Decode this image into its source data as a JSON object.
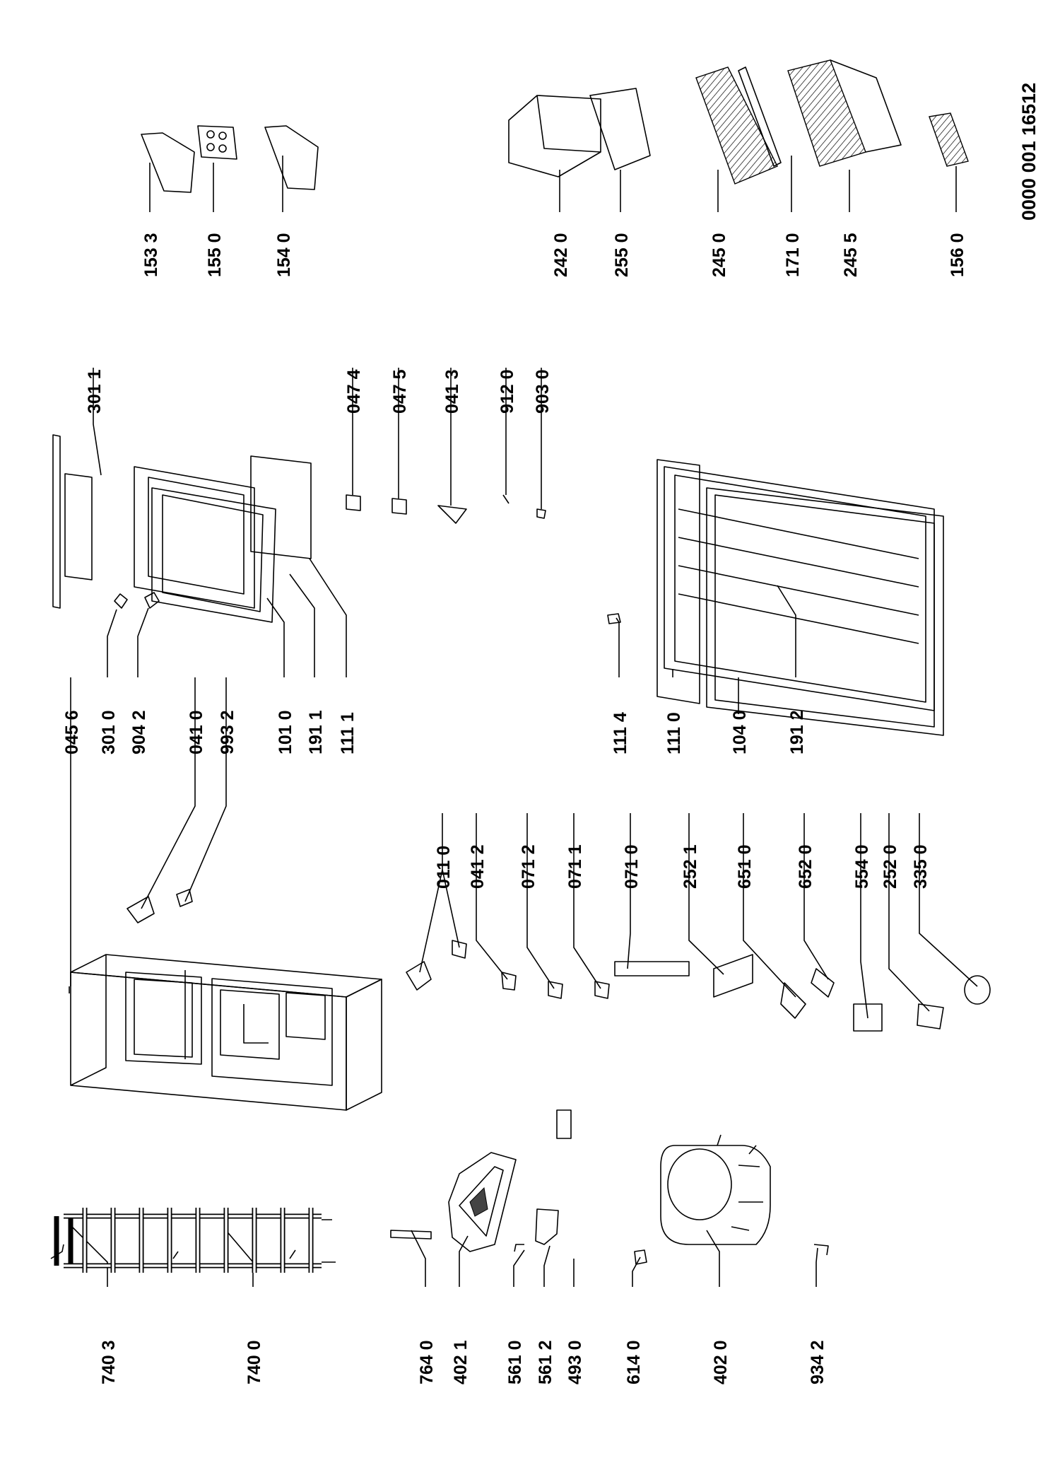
{
  "document_code": "0000 001 16512",
  "parts": [
    {
      "code": "740 3"
    },
    {
      "code": "740 0"
    },
    {
      "code": "764 0"
    },
    {
      "code": "402 1"
    },
    {
      "code": "561 0"
    },
    {
      "code": "561 2"
    },
    {
      "code": "493 0"
    },
    {
      "code": "614 0"
    },
    {
      "code": "402 0"
    },
    {
      "code": "934 2"
    },
    {
      "code": "011 0"
    },
    {
      "code": "041 2"
    },
    {
      "code": "071 2"
    },
    {
      "code": "071 1"
    },
    {
      "code": "071 0"
    },
    {
      "code": "252 1"
    },
    {
      "code": "651 0"
    },
    {
      "code": "652 0"
    },
    {
      "code": "554 0"
    },
    {
      "code": "252 0"
    },
    {
      "code": "335 0"
    },
    {
      "code": "045 6"
    },
    {
      "code": "301 0"
    },
    {
      "code": "904 2"
    },
    {
      "code": "041 0"
    },
    {
      "code": "993 2"
    },
    {
      "code": "101 0"
    },
    {
      "code": "191 1"
    },
    {
      "code": "111 1"
    },
    {
      "code": "111 4"
    },
    {
      "code": "111 0"
    },
    {
      "code": "104 0"
    },
    {
      "code": "191 2"
    },
    {
      "code": "301 1"
    },
    {
      "code": "047 4"
    },
    {
      "code": "047 5"
    },
    {
      "code": "041 3"
    },
    {
      "code": "912 0"
    },
    {
      "code": "903 0"
    },
    {
      "code": "153 3"
    },
    {
      "code": "155 0"
    },
    {
      "code": "154 0"
    },
    {
      "code": "242 0"
    },
    {
      "code": "255 0"
    },
    {
      "code": "245 0"
    },
    {
      "code": "171 0"
    },
    {
      "code": "245 5"
    },
    {
      "code": "156 0"
    }
  ]
}
